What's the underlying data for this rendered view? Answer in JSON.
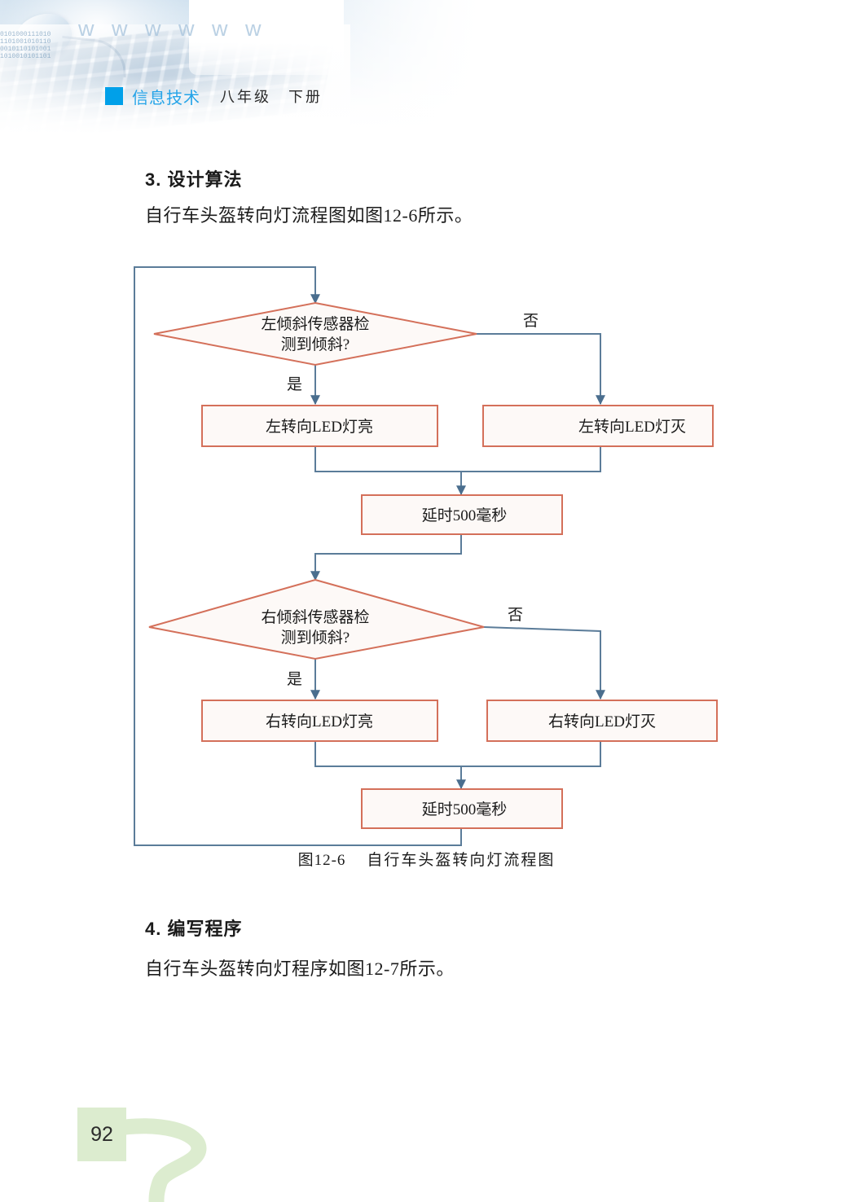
{
  "header": {
    "subject": "信息技术",
    "grade": "八年级　下册",
    "accent_color": "#00a0e9",
    "watermark_text": "w w w w w w",
    "binary_text": "0101000111010\n1101001010110\n0010110101001\n1010010101101"
  },
  "sections": [
    {
      "heading": "3. 设计算法",
      "paragraph": "自行车头盔转向灯流程图如图12-6所示。"
    },
    {
      "heading": "4. 编写程序",
      "paragraph": "自行车头盔转向灯程序如图12-7所示。"
    }
  ],
  "figure": {
    "number": "图12-6",
    "title": "自行车头盔转向灯流程图",
    "node_border_color": "#d4705a",
    "node_fill_color": "#fdf9f7",
    "connector_color": "#5b7c99",
    "nodes": {
      "decision_left": "左倾斜传感器检测到倾斜?",
      "decision_left_line1": "左倾斜传感器检",
      "decision_left_line2": "测到倾斜?",
      "left_led_on": "左转向LED灯亮",
      "left_led_off": "左转向LED灯灭",
      "delay_1": "延时500毫秒",
      "decision_right": "右倾斜传感器检测到倾斜?",
      "decision_right_line1": "右倾斜传感器检",
      "decision_right_line2": "测到倾斜?",
      "right_led_on": "右转向LED灯亮",
      "right_led_off": "右转向LED灯灭",
      "delay_2": "延时500毫秒"
    },
    "edge_labels": {
      "yes": "是",
      "no": "否"
    }
  },
  "footer": {
    "page_number": "92",
    "accent_color": "#dceccf"
  }
}
